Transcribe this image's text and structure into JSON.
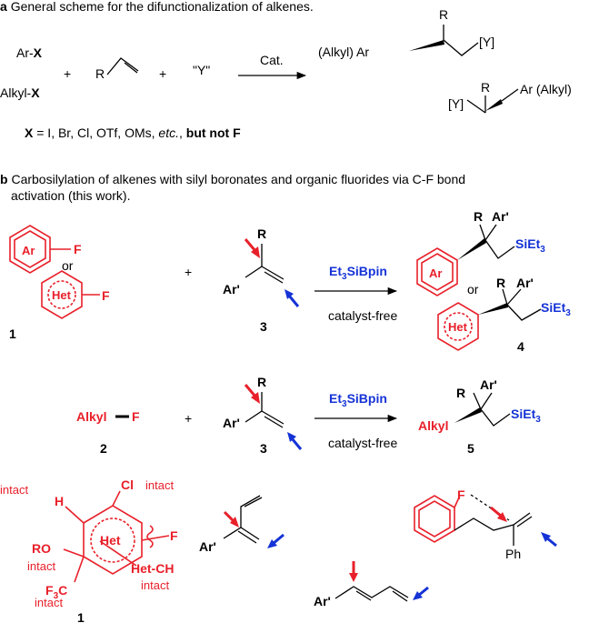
{
  "panel_a": {
    "letter": "a",
    "title": "General scheme for the difunctionalization of alkenes.",
    "ar_x": "Ar-",
    "alkyl_x": "Alkyl-",
    "x": "X",
    "r": "R",
    "y_quote": "\"Y\"",
    "plus": "+",
    "catalyst": "Cat.",
    "alkyl_ar": "(Alkyl) Ar",
    "y_bracket": "[Y]",
    "ar_alkyl": "Ar (Alkyl)",
    "x_def_prefix": "X",
    "x_def_list": "= I, Br, Cl, OTf, OMs,",
    "etc": "etc.",
    "but_not_f": "but not F"
  },
  "panel_b": {
    "letter": "b",
    "title_line1": "Carbosilylation of alkenes with silyl boronates and organic fluorides via C-F bond",
    "title_line2": "activation (this work).",
    "ar": "Ar",
    "f": "F",
    "or": "or",
    "het": "Het",
    "r": "R",
    "ar_prime": "Ar'",
    "reagent_main": "Et",
    "reagent_sub": "3",
    "reagent_tail": "SiBpin",
    "catalyst_free": "catalyst-free",
    "sieet": "SiEt",
    "sieet_sub": "3",
    "alkyl": "Alkyl",
    "compound_1": "1",
    "compound_2": "2",
    "compound_3": "3",
    "compound_4": "4",
    "compound_5": "5"
  },
  "panel_c": {
    "intact": "intact",
    "h": "H",
    "cl": "Cl",
    "ro": "RO",
    "het": "Het",
    "f": "F",
    "het_ch": "Het-CH",
    "f3c": "F",
    "f3c_sub": "3",
    "f3c_tail": "C",
    "ar_prime": "Ar'",
    "ph": "Ph",
    "compound_1": "1"
  },
  "colors": {
    "red": "#e8202a",
    "blue": "#1533d6",
    "black": "#000000"
  }
}
